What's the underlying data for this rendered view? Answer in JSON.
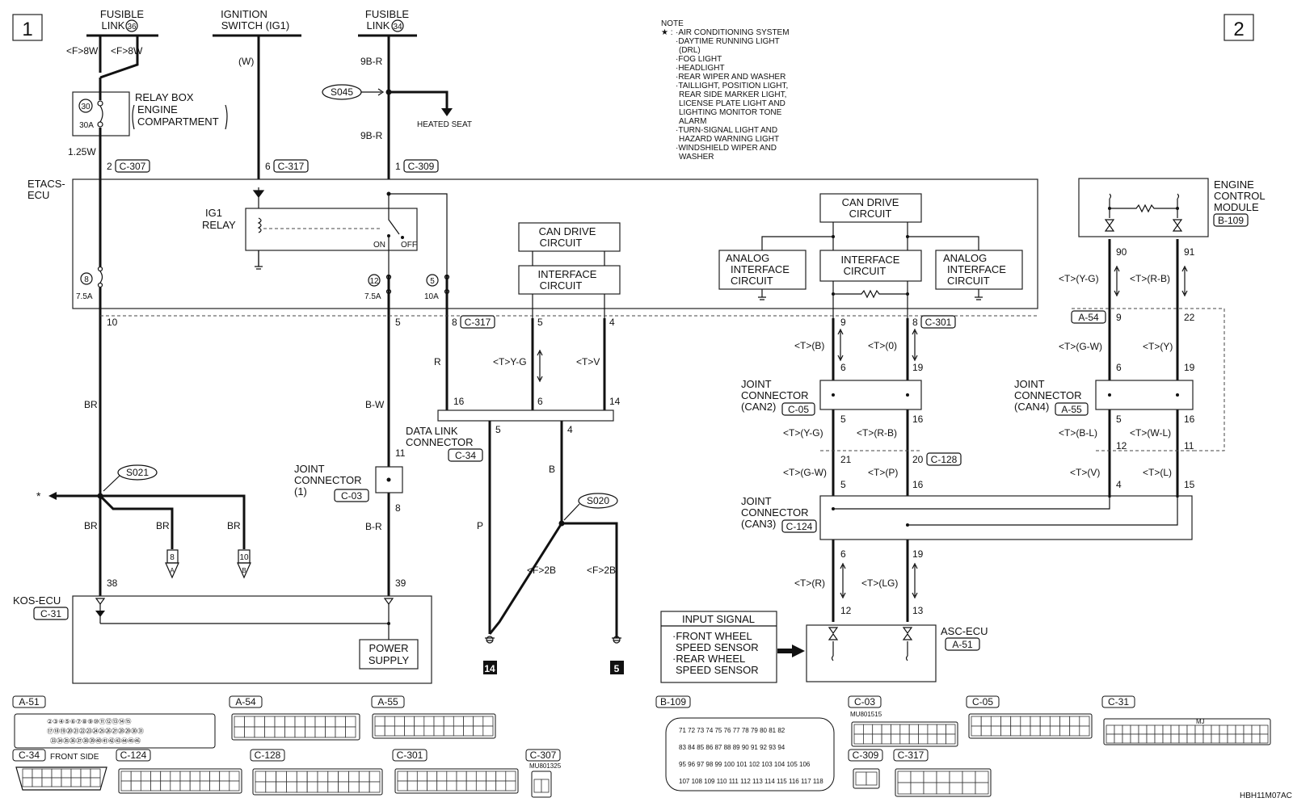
{
  "pages": {
    "left": "1",
    "right": "2"
  },
  "code": "HBH11M07AC",
  "note": {
    "title": "NOTE",
    "star": "★ :",
    "lines": [
      "·AIR CONDITIONING SYSTEM",
      "·DAYTIME RUNNING LIGHT",
      "(DRL)",
      "·FOG LIGHT",
      "·HEADLIGHT",
      "·REAR WIPER AND WASHER",
      "·TAILLIGHT, POSITION LIGHT,",
      "REAR SIDE MARKER LIGHT,",
      "LICENSE PLATE LIGHT AND",
      "LIGHTING MONITOR TONE",
      "ALARM",
      "·TURN-SIGNAL LIGHT AND",
      "HAZARD WARNING LIGHT",
      "·WINDSHIELD WIPER AND",
      "WASHER"
    ]
  },
  "sources": {
    "fusible36": {
      "l1": "FUSIBLE",
      "l2": "LINK",
      "num": "36",
      "w1": "<F>8W",
      "w2": "<F>8W"
    },
    "ignition": {
      "l1": "IGNITION",
      "l2": "SWITCH (IG1)",
      "wire": "(W)"
    },
    "fusible34": {
      "l1": "FUSIBLE",
      "l2": "LINK",
      "num": "34",
      "w1": "9B-R",
      "w2": "9B-R"
    }
  },
  "relay_box": {
    "l1": "RELAY BOX",
    "l2": "ENGINE",
    "l3": "COMPARTMENT",
    "fuse": "30",
    "amp": "30A",
    "wire": "1.25W"
  },
  "splices": {
    "s045": "S045",
    "s021": "S021",
    "s020": "S020"
  },
  "heated_seat": "HEATED SEAT",
  "etacs": {
    "l1": "ETACS-",
    "l2": "ECU",
    "pin2": "2",
    "c307": "C-307",
    "pin6": "6",
    "c317": "C-317",
    "pin1": "1",
    "c309": "C-309",
    "relay_l1": "IG1",
    "relay_l2": "RELAY",
    "on": "ON",
    "off": "OFF",
    "fuse8": "8",
    "fuse8a": "7.5A",
    "fuse12": "12",
    "fuse12a": "7.5A",
    "fuse5": "5",
    "fuse5a": "10A",
    "can_drive_l1": "CAN DRIVE",
    "can_drive_l2": "CIRCUIT",
    "iface_l1": "INTERFACE",
    "iface_l2": "CIRCUIT",
    "out10": "10",
    "out5": "5",
    "out8": "8",
    "out8c": "C-317",
    "out5b": "5",
    "out4": "4"
  },
  "asc_block": {
    "can_drive_l1": "CAN DRIVE",
    "can_drive_l2": "CIRCUIT",
    "analog_l1": "ANALOG",
    "analog_l2": "INTERFACE",
    "analog_l3": "CIRCUIT",
    "iface_l1": "INTERFACE",
    "iface_l2": "CIRCUIT",
    "p9": "9",
    "p8": "8",
    "c301": "C-301"
  },
  "ecm": {
    "l1": "ENGINE",
    "l2": "CONTROL",
    "l3": "MODULE",
    "ref": "B-109",
    "p90": "90",
    "p91": "91",
    "w90": "<T>(Y-G)",
    "w91": "<T>(R-B)"
  },
  "wires": {
    "br1": "BR",
    "bw": "B-W",
    "br2": "BR",
    "br3": "BR",
    "br4": "BR",
    "br5": "B-R",
    "r": "R",
    "tyg": "<T>Y-G",
    "tv": "<T>V",
    "p": "P",
    "b": "B",
    "f2b1": "<F>2B",
    "f2b2": "<F>2B",
    "tb": "<T>(B)",
    "to": "<T>(0)",
    "tyg2": "<T>(Y-G)",
    "trb2": "<T>(R-B)",
    "tgw2": "<T>(G-W)",
    "tp": "<T>(P)",
    "tr": "<T>(R)",
    "tlg": "<T>(LG)",
    "tgw4": "<T>(G-W)",
    "ty4": "<T>(Y)",
    "tbl": "<T>(B-L)",
    "twl": "<T>(W-L)",
    "tv4": "<T>(V)",
    "tl4": "<T>(L)"
  },
  "dlc": {
    "l1": "DATA LINK",
    "l2": "CONNECTOR",
    "ref": "C-34",
    "p16": "16",
    "p6": "6",
    "p14": "14",
    "p5": "5",
    "p4": "4"
  },
  "jc1": {
    "l1": "JOINT",
    "l2": "CONNECTOR",
    "l3": "(1)",
    "ref": "C-03",
    "p11": "11",
    "p8": "8"
  },
  "arrows": {
    "star": "*",
    "a": "A",
    "b": "B",
    "a_num": "8",
    "b_num": "10"
  },
  "kos": {
    "l1": "KOS-ECU",
    "ref": "C-31",
    "p38": "38",
    "p39": "39",
    "ps1": "POWER",
    "ps2": "SUPPLY"
  },
  "grounds": {
    "g14": "14",
    "g5": "5"
  },
  "can2": {
    "l1": "JOINT",
    "l2": "CONNECTOR",
    "l3": "(CAN2)",
    "ref": "C-05",
    "p6": "6",
    "p19": "19",
    "p5": "5",
    "p16": "16",
    "p21": "21",
    "p20": "20",
    "c128": "C-128"
  },
  "can3": {
    "l1": "JOINT",
    "l2": "CONNECTOR",
    "l3": "(CAN3)",
    "ref": "C-124",
    "p5": "5",
    "p16": "16",
    "p6": "6",
    "p19": "19"
  },
  "asc": {
    "l1": "ASC-ECU",
    "ref": "A-51",
    "p12": "12",
    "p13": "13"
  },
  "input": {
    "title": "INPUT SIGNAL",
    "l1": "·FRONT WHEEL",
    "l2": "SPEED SENSOR",
    "l3": "·REAR WHEEL",
    "l4": "SPEED SENSOR"
  },
  "can4": {
    "l1": "JOINT",
    "l2": "CONNECTOR",
    "l3": "(CAN4)",
    "ref": "A-55",
    "a54": "A-54",
    "p9": "9",
    "p22": "22",
    "p6": "6",
    "p19": "19",
    "p5": "5",
    "p16": "16",
    "p12": "12",
    "p11": "11",
    "p4": "4",
    "p15": "15"
  },
  "connectors": {
    "a51": "A-51",
    "a54": "A-54",
    "a55": "A-55",
    "c34": "C-34",
    "front_side": "FRONT SIDE",
    "c124": "C-124",
    "c128": "C-128",
    "c301": "C-301",
    "c307": "C-307",
    "mu325": "MU801325",
    "b109": "B-109",
    "c03": "C-03",
    "mu515": "MU801515",
    "c05": "C-05",
    "c31": "C-31",
    "c309": "C-309",
    "c317": "C-317",
    "mj": "MJ",
    "a51_row1": "②③④⑤⑥⑦⑧⑨⑩⑪⑫⑬⑭⑮",
    "a51_row2": "⑰⑱⑲⑳㉑㉒㉓㉔㉕㉖㉗㉘㉙㉚㉛",
    "a51_row3": "㉝㉞㉟㊱㊲㊳㊴㊵㊶㊷㊸㊹㊺㊻",
    "b109_row1": "71 72 73 74 75 76 77 78 79 80 81 82",
    "b109_row2": "83 84 85 86 87 88 89 90 91 92 93 94",
    "b109_row3": "95 96 97 98 99 100 101 102 103 104 105 106",
    "b109_row4": "107 108 109 110 111 112 113 114 115 116 117 118"
  }
}
